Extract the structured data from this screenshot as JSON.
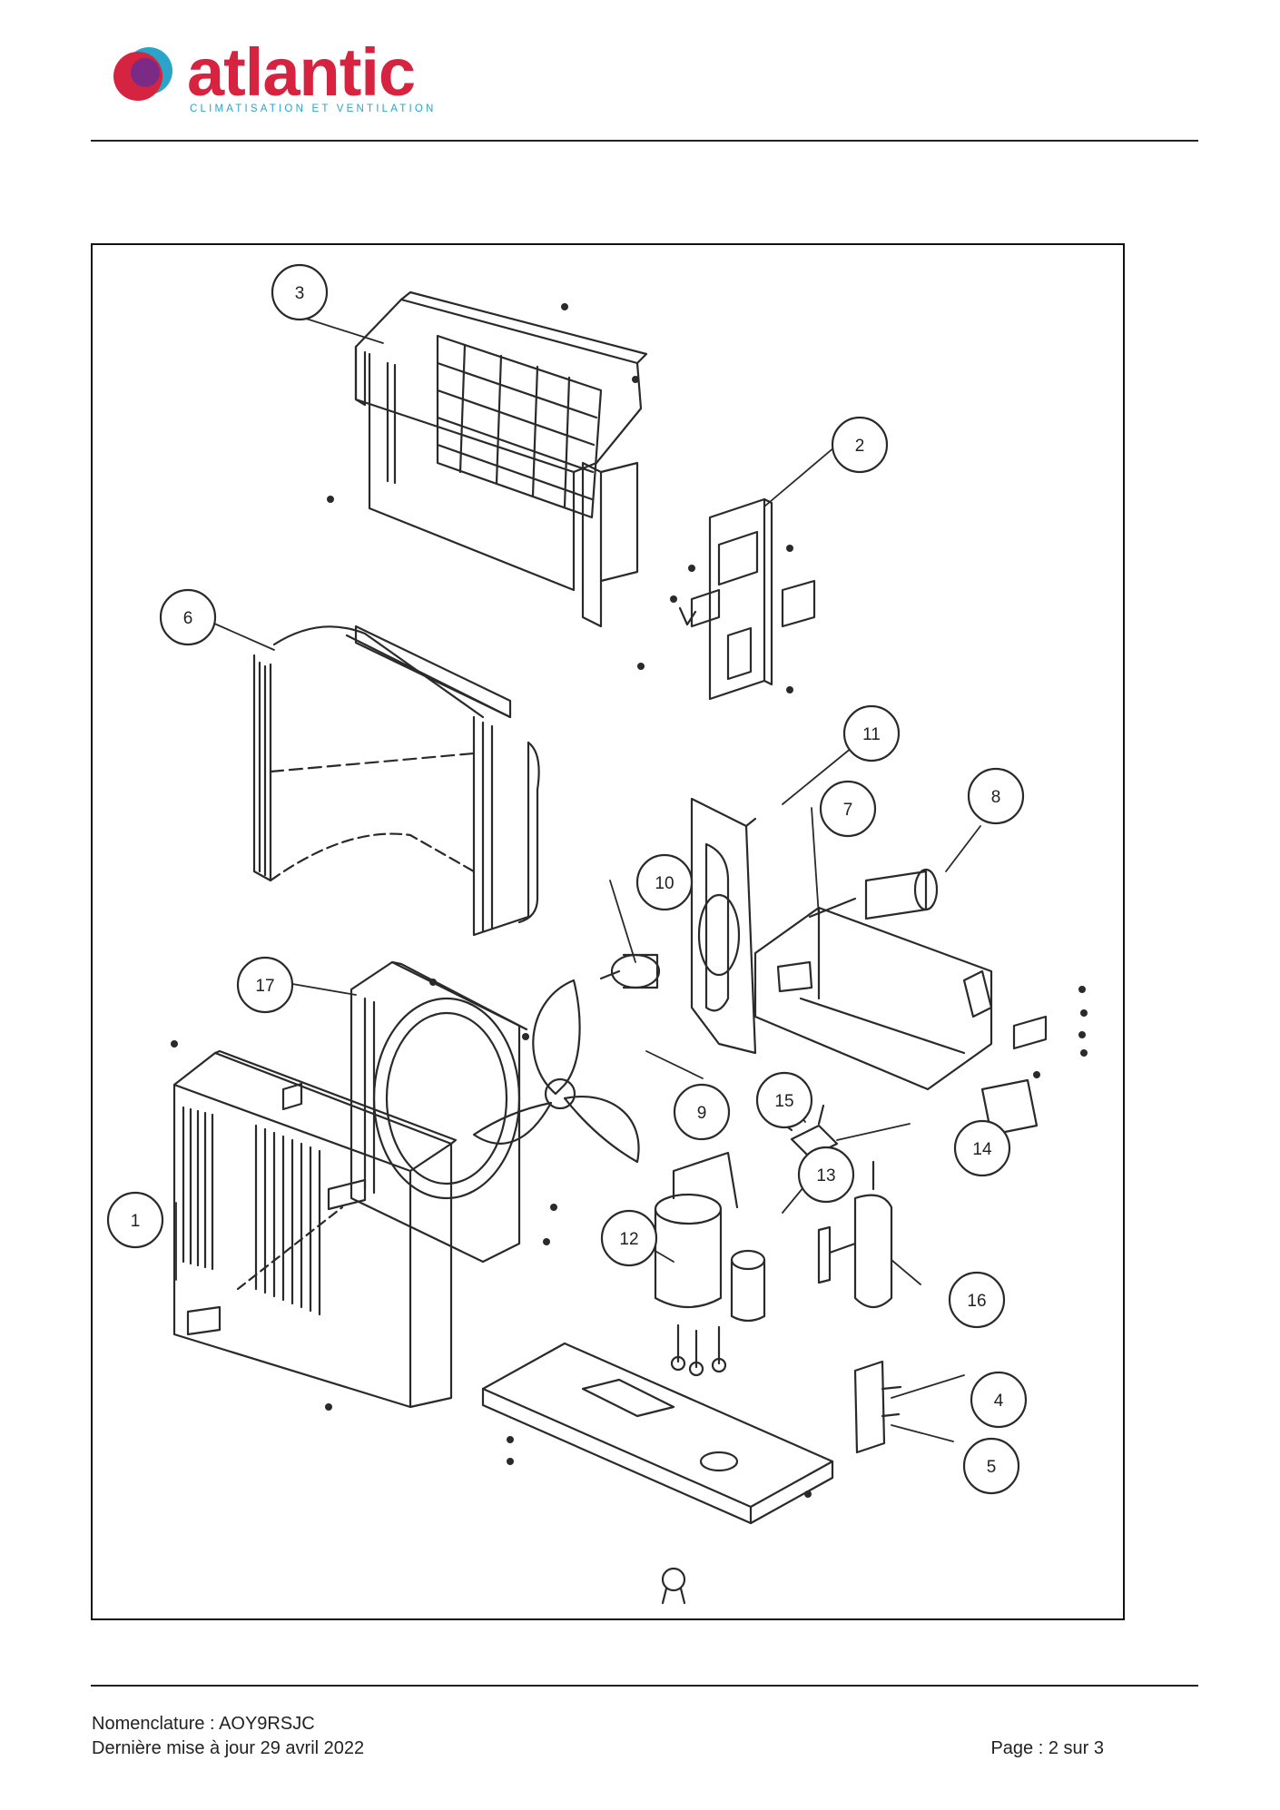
{
  "brand": {
    "name": "atlantic",
    "tagline": "CLIMATISATION ET VENTILATION",
    "colors": {
      "red": "#d6233f",
      "purple": "#7b2a86",
      "blue": "#2aa5c9"
    }
  },
  "diagram": {
    "callouts": [
      "1",
      "2",
      "3",
      "4",
      "5",
      "6",
      "7",
      "8",
      "9",
      "10",
      "11",
      "12",
      "13",
      "14",
      "15",
      "16",
      "17"
    ]
  },
  "footer": {
    "nomenclature": "Nomenclature : AOY9RSJC",
    "updated": "Dernière mise à jour 29 avril 2022",
    "page": "Page : 2 sur 3"
  }
}
